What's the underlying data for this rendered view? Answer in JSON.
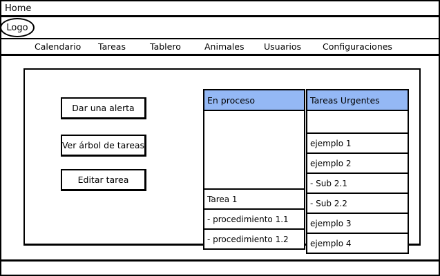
{
  "titlebar": {
    "label": "Home"
  },
  "logo": {
    "label": "Logo"
  },
  "nav": {
    "items": [
      "Calendario",
      "Tareas",
      "Tablero",
      "Animales",
      "Usuarios",
      "Configuraciones"
    ]
  },
  "actions": {
    "alert": "Dar una alerta",
    "tree": "Ver árbol de tareas",
    "edit": "Editar tarea"
  },
  "columns": {
    "in_progress": {
      "title": "En proceso",
      "items": [
        "Tarea 1",
        " - procedimiento 1.1",
        " - procedimiento 1.2"
      ]
    },
    "urgent": {
      "title": "Tareas Urgentes",
      "items": [
        "ejemplo 1",
        "ejemplo 2",
        " - Sub 2.1",
        " - Sub 2.2",
        "ejemplo 3",
        "ejemplo 4"
      ]
    }
  },
  "colors": {
    "column_header": "#94b8f5"
  }
}
